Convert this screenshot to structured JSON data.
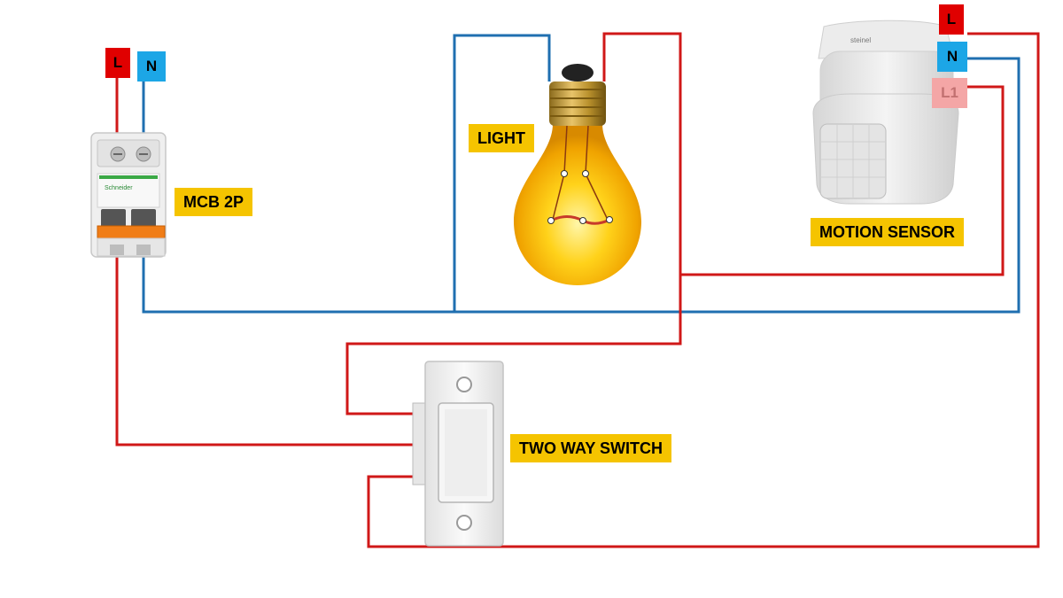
{
  "labels": {
    "mcb": "MCB 2P",
    "light": "LIGHT",
    "motion_sensor": "MOTION SENSOR",
    "two_way_switch": "TWO WAY SWITCH"
  },
  "terminals": {
    "supply_l": "L",
    "supply_n": "N",
    "sensor_l": "L",
    "sensor_n": "N",
    "sensor_l1": "L1"
  },
  "device_text": {
    "mcb_brand": "Schneider",
    "sensor_brand": "steinel"
  },
  "colors": {
    "live_wire": "#d01818",
    "neutral_wire": "#1f6fb0",
    "label_bg": "#f5c400",
    "terminal_l": "#e00000",
    "terminal_n": "#1ca6e6",
    "terminal_l1": "#f4a6a6"
  }
}
